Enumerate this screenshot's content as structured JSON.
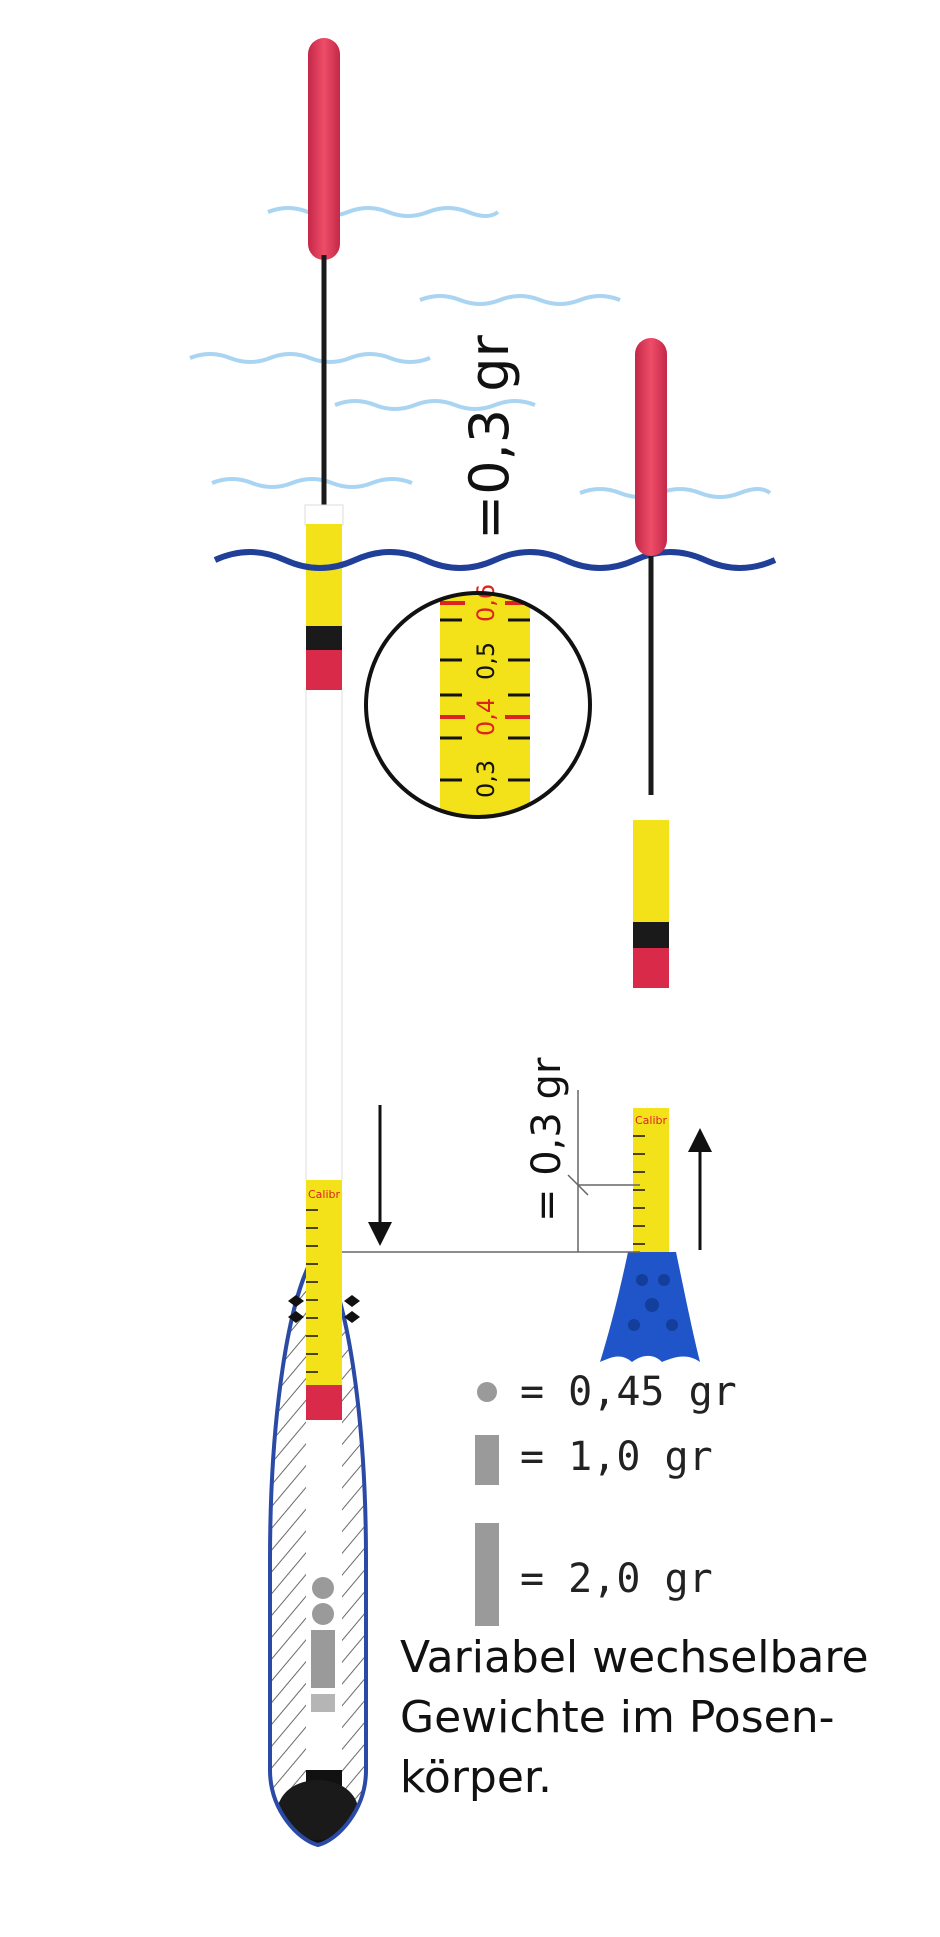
{
  "annotations": {
    "weight_top": "=0,3 gr",
    "weight_side": "= 0,3 gr",
    "mini_scale_label": "Calibr"
  },
  "magnifier": {
    "labels": [
      "0,3",
      "0,4",
      "0,5",
      "0,6"
    ]
  },
  "legend": [
    {
      "shape": "circle",
      "label": "= 0,45 gr"
    },
    {
      "shape": "bar-short",
      "label": "= 1,0 gr"
    },
    {
      "shape": "bar-long",
      "label": "= 2,0 gr"
    }
  ],
  "caption": {
    "line1": "Variabel wechselbare",
    "line2": "Gewichte im Posen-",
    "line3": "körper."
  },
  "colors": {
    "antenna_tip": "#dd3355",
    "band_yellow": "#f3e21a",
    "band_black": "#1a1a1a",
    "band_red": "#d92a4a",
    "water_surface": "#1f3f98",
    "ripple": "#a9d4f2",
    "body_outline": "#2a4aa6",
    "weight_grey": "#9a9a9a",
    "sinker_blue": "#1f55c8"
  }
}
